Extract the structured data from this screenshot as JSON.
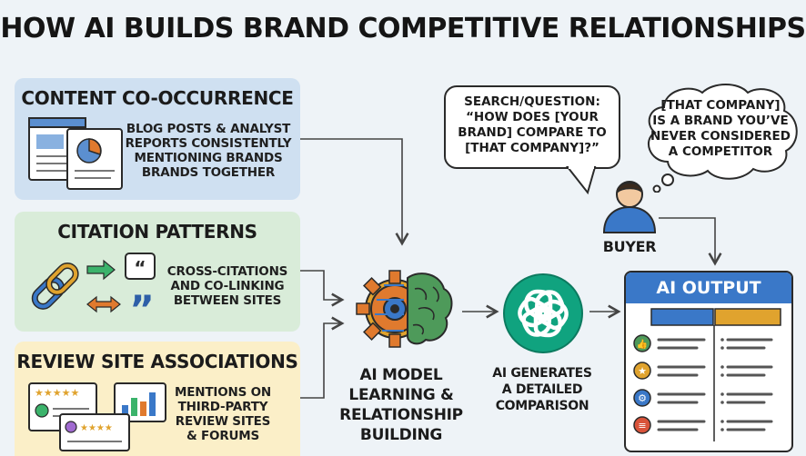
{
  "title": "HOW AI BUILDS BRAND COMPETITIVE RELATIONSHIPS",
  "panels": {
    "content": {
      "title": "CONTENT CO-OCCURRENCE",
      "lines": [
        "BLOG POSTS & ANALYST",
        "REPORTS CONSISTENTLY",
        "MENTIONING BRANDS",
        "BRANDS TOGETHER"
      ]
    },
    "citation": {
      "title": "CITATION PATTERNS",
      "lines": [
        "CROSS-CITATIONS",
        "AND CO-LINKING",
        "BETWEEN SITES"
      ]
    },
    "review": {
      "title": "REVIEW SITE ASSOCIATIONS",
      "lines": [
        "MENTIONS ON",
        "THIRD-PARTY",
        "REVIEW SITES",
        "& FORUMS"
      ]
    }
  },
  "model": {
    "lines": [
      "AI MODEL",
      "LEARNING &",
      "RELATIONSHIP",
      "BUILDING"
    ]
  },
  "generate": {
    "lines": [
      "AI GENERATES",
      "A DETAILED",
      "COMPARISON"
    ]
  },
  "search_bubble": {
    "lines": [
      "SEARCH/QUESTION:",
      "“HOW DOES [YOUR",
      "BRAND] COMPARE TO",
      "[THAT COMPANY]?”"
    ]
  },
  "thought_bubble": {
    "lines": [
      "[THAT COMPANY]",
      "IS A BRAND YOU’VE",
      "NEVER CONSIDERED",
      "A COMPETITOR"
    ]
  },
  "buyer_label": "BUYER",
  "output": {
    "title": "AI OUTPUT",
    "row_icons": [
      "thumbs-up-icon",
      "star-icon",
      "gear-icon",
      "list-icon"
    ]
  },
  "colors": {
    "blue_panel": "#cfe0f1",
    "green_panel": "#d9ecd9",
    "yellow_panel": "#fbefc8",
    "accent_blue": "#3a78c8",
    "accent_orange": "#e07a2e",
    "openai_green": "#10a37f"
  }
}
